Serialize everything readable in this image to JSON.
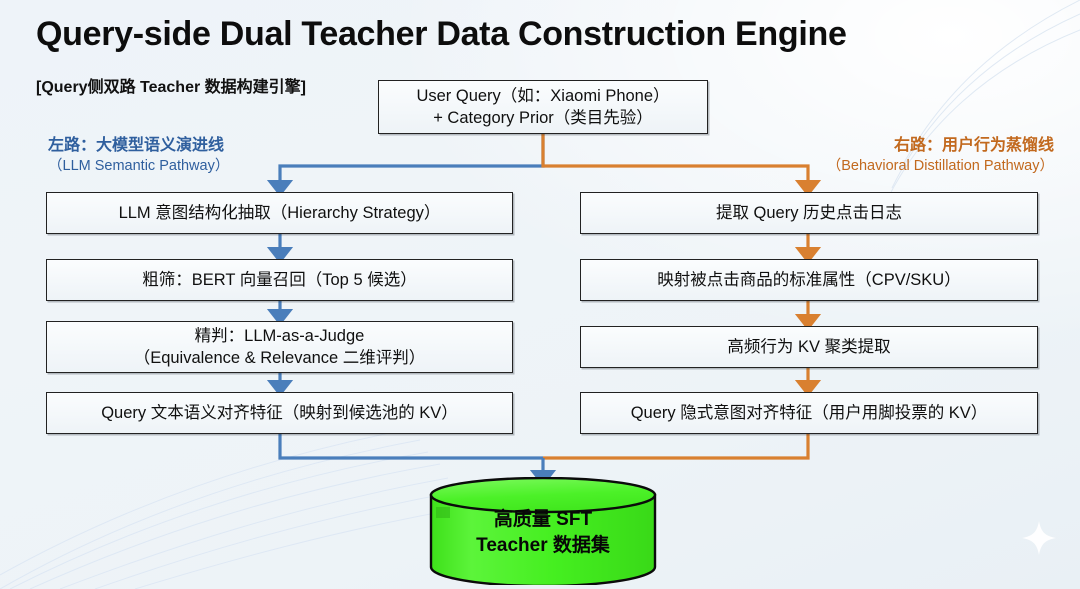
{
  "header": {
    "title": "Query-side Dual Teacher Data Construction Engine",
    "subtitle": "[Query侧双路 Teacher 数据构建引擎]"
  },
  "colors": {
    "left_pathway": "#2f5f9e",
    "right_pathway": "#c2691e",
    "wire_blue": "#4a7ebb",
    "wire_orange": "#d98030",
    "datastore_fill": "#4bf024",
    "node_border": "#222222",
    "background": "#eef3f9"
  },
  "input_node": {
    "line1": "User Query（如：Xiaomi Phone）",
    "line2": "+ Category Prior（类目先验）"
  },
  "pathways": {
    "left": {
      "cn": "左路：大模型语义演进线",
      "en": "（LLM Semantic Pathway）"
    },
    "right": {
      "cn": "右路：用户行为蒸馏线",
      "en": "（Behavioral Distillation Pathway）"
    }
  },
  "left_steps": [
    {
      "line1": "LLM 意图结构化抽取（Hierarchy Strategy）",
      "line2": ""
    },
    {
      "line1": "粗筛：BERT 向量召回（Top 5 候选）",
      "line2": ""
    },
    {
      "line1": "精判：LLM-as-a-Judge",
      "line2": "（Equivalence & Relevance 二维评判）"
    },
    {
      "line1": "Query 文本语义对齐特征（映射到候选池的 KV）",
      "line2": ""
    }
  ],
  "right_steps": [
    {
      "line1": "提取 Query 历史点击日志",
      "line2": ""
    },
    {
      "line1": "映射被点击商品的标准属性（CPV/SKU）",
      "line2": ""
    },
    {
      "line1": "高频行为 KV 聚类提取",
      "line2": ""
    },
    {
      "line1": "Query 隐式意图对齐特征（用户用脚投票的 KV）",
      "line2": ""
    }
  ],
  "datastore": {
    "line1": "高质量 SFT",
    "line2": "Teacher 数据集"
  }
}
